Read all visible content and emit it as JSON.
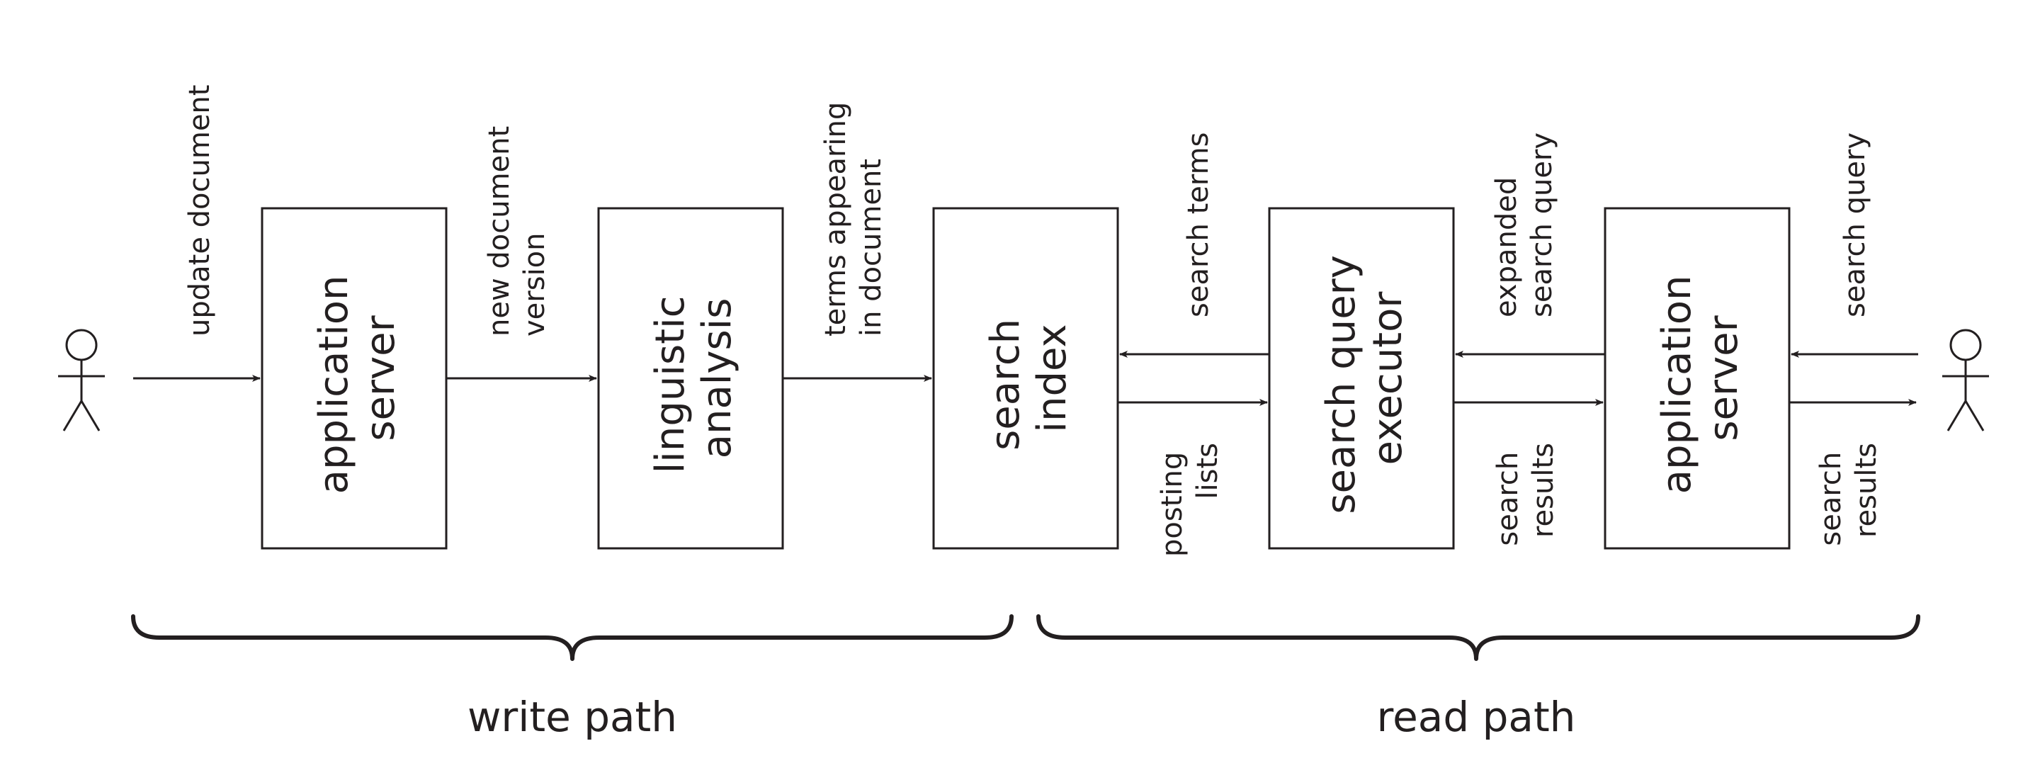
{
  "boxes": {
    "app_server_write": [
      "application",
      "server"
    ],
    "linguistic": [
      "linguistic",
      "analysis"
    ],
    "search_index": [
      "search",
      "index"
    ],
    "query_executor": [
      "search query",
      "executor"
    ],
    "app_server_read": [
      "application",
      "server"
    ]
  },
  "edges": {
    "update_document": [
      "update document"
    ],
    "new_document_version": [
      "new document",
      "version"
    ],
    "terms_appearing": [
      "terms appearing",
      "in document"
    ],
    "search_terms": [
      "search terms"
    ],
    "posting_lists": [
      "posting",
      "lists"
    ],
    "expanded_query": [
      "expanded",
      "search query"
    ],
    "search_results_1": [
      "search",
      "results"
    ],
    "search_query": [
      "search query"
    ],
    "search_results_2": [
      "search",
      "results"
    ]
  },
  "paths": {
    "write": "write path",
    "read": "read path"
  },
  "colors": {
    "stroke": "#231f20",
    "background": "#ffffff"
  }
}
